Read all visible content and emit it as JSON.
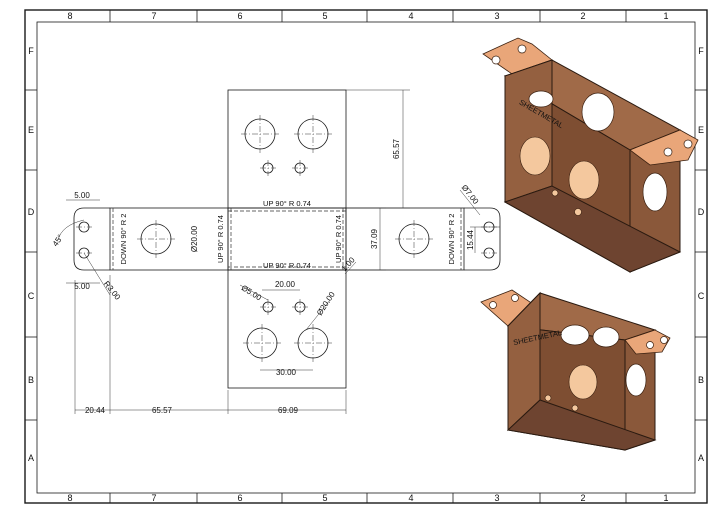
{
  "frame": {
    "columns": [
      "8",
      "7",
      "6",
      "5",
      "4",
      "3",
      "2",
      "1"
    ],
    "rows": [
      "F",
      "E",
      "D",
      "C",
      "B",
      "A"
    ]
  },
  "flat_pattern": {
    "dims": {
      "top_height": "65.57",
      "center_height": "37.09",
      "tab_hole_spacing": "15.44",
      "tab_hole_diameter": "Ø7.00",
      "left_tab_edge_top": "5.00",
      "left_tab_edge_bottom": "5.00",
      "side_hole_diameter": "Ø20.00",
      "bottom_small_hole": "Ø5.00",
      "bottom_large_hole": "Ø20.00",
      "bottom_hole_spacing_top": "20.00",
      "bottom_hole_spacing_bottom": "30.00",
      "angle": "45°",
      "left_radius": "R3.00",
      "right_chamfer": "1.00",
      "left_tab_width": "20.44",
      "side_width": "65.57",
      "center_width": "69.09"
    },
    "bend_notes": {
      "up_top": "UP  90°  R 0.74",
      "up_bottom": "UP  90°  R 0.74",
      "up_left": "UP  90°  R 0.74",
      "up_right": "UP  90°  R 0.74",
      "down_left": "DOWN  90°  R 2",
      "down_right": "DOWN  90°  R 2"
    }
  },
  "iso_views": {
    "engrave_label_large": "SHEETMETAL",
    "engrave_label_small": "SHEETMETAL"
  },
  "colors": {
    "box_body": "#8a5a3c",
    "box_tab": "#e9a679",
    "line": "#1a1a1a"
  }
}
